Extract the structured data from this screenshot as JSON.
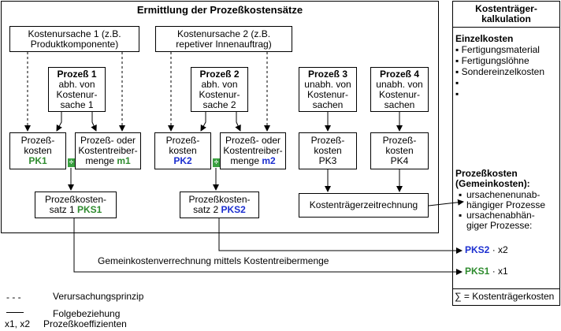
{
  "left_panel": {
    "title": "Ermittlung der Prozeßkostensätze",
    "cause1": [
      "Kostenursache 1 (z.B.",
      "Produktkomponente)"
    ],
    "cause2": [
      "Kostenursache 2 (z.B.",
      "repetiver Innenauftrag)"
    ],
    "process1": {
      "title": "Prozeß 1",
      "lines": [
        "abh. von",
        "Kostenur-",
        "sache 1"
      ]
    },
    "process2": {
      "title": "Prozeß 2",
      "lines": [
        "abh. von",
        "Kostenur-",
        "sache 2"
      ]
    },
    "process3": {
      "title": "Prozeß 3",
      "lines": [
        "unabh. von",
        "Kostenur-",
        "sachen"
      ]
    },
    "process4": {
      "title": "Prozeß 4",
      "lines": [
        "unabh. von",
        "Kostenur-",
        "sachen"
      ]
    },
    "pk1": {
      "lines": [
        "Prozeß-",
        "kosten"
      ],
      "code": "PK1"
    },
    "pk2": {
      "lines": [
        "Prozeß-",
        "kosten"
      ],
      "code": "PK2"
    },
    "pk3": {
      "lines": [
        "Prozeß-",
        "kosten",
        "PK3"
      ]
    },
    "pk4": {
      "lines": [
        "Prozeß-",
        "kosten",
        "PK4"
      ]
    },
    "driver1": {
      "lines": [
        "Prozeß- oder",
        "Kostentreiber-"
      ],
      "prefix": "menge ",
      "code": "m1"
    },
    "driver2": {
      "lines": [
        "Prozeß- oder",
        "Kostentreiber-"
      ],
      "prefix": "menge ",
      "code": "m2"
    },
    "divide_symbol": "÷",
    "rate1": {
      "line1": "Prozeßkosten-",
      "prefix": "satz 1 ",
      "code": "PKS1"
    },
    "rate2": {
      "line1": "Prozeßkosten-",
      "prefix": "satz 2 ",
      "code": "PKS2"
    },
    "cost_unit_calc": "Kostenträgerzeitrechnung",
    "allocation_label": "Gemeinkostenverrechnung mittels Kostentreibermenge"
  },
  "right_panel": {
    "title": [
      "Kostenträger-",
      "kalkulation"
    ],
    "direct_costs_heading": "Einzelkosten",
    "direct_costs_items": [
      "Fertigungsmaterial",
      "Fertigungslöhne",
      "Sondereinzelkosten",
      "",
      ""
    ],
    "process_costs_heading": [
      "Prozeßkosten",
      "(Gemeinkosten):"
    ],
    "process_costs_items": [
      [
        "ursachenenunab-",
        "hängiger Prozesse"
      ],
      [
        "ursachenabhän-",
        "giger Prozesse:"
      ]
    ],
    "pks2_code": "PKS2",
    "pks2_factor": " · x2",
    "pks1_code": "PKS1",
    "pks1_factor": " · x1",
    "sum_label": "∑ = Kostenträgerkosten"
  },
  "legend": {
    "dashed_symbol": "- - -",
    "dashed_label": "Verursachungsprinzip",
    "solid_label": "Folgebeziehung",
    "coef_symbol": "x1, x2",
    "coef_label": "Prozeßkoeffizienten"
  },
  "colors": {
    "green": "#2e8b2e",
    "blue": "#1c2fd0",
    "divide_bg": "#3aa040"
  }
}
